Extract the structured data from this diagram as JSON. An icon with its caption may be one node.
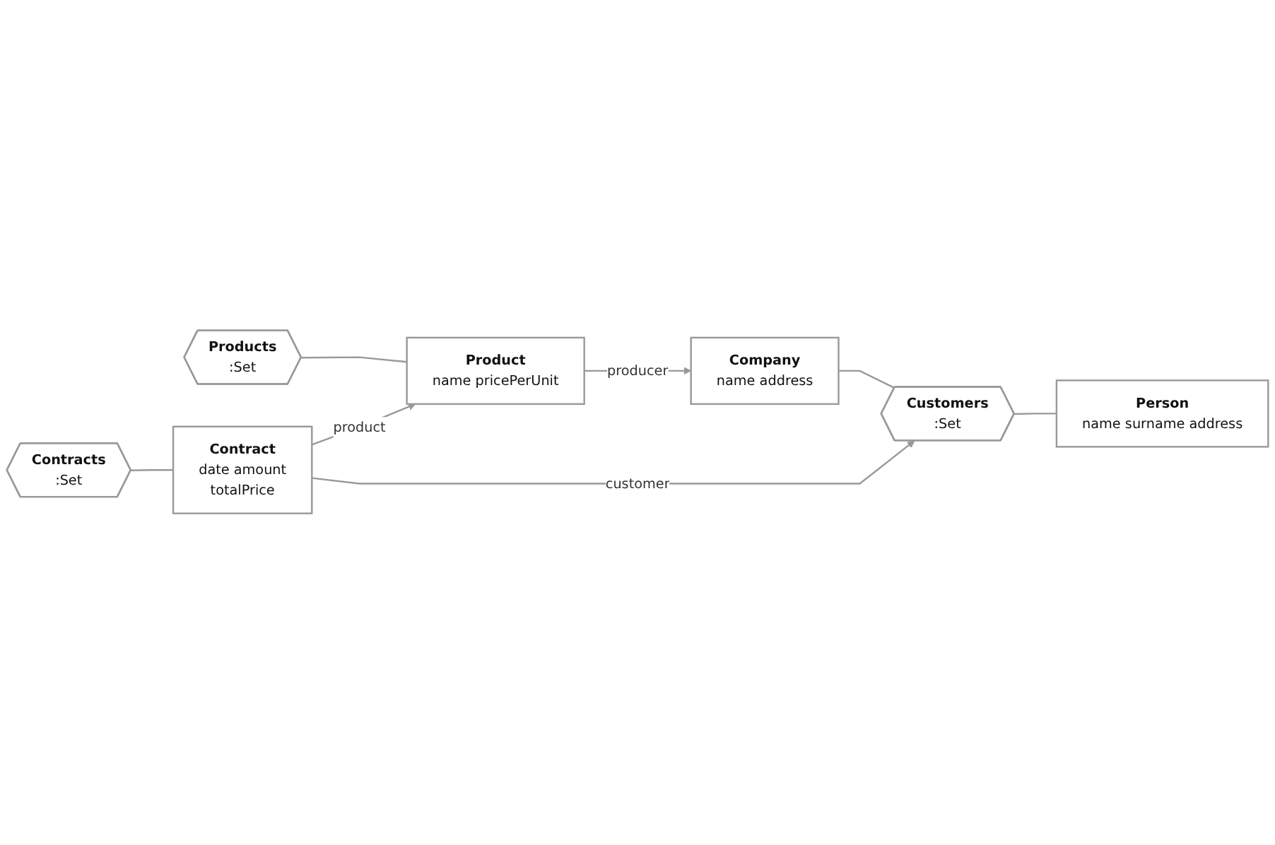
{
  "diagram": {
    "nodes": [
      {
        "text": [
          "Contracts",
          ":Set"
        ]
      },
      {
        "text": [
          "Products",
          ":Set"
        ]
      },
      {
        "text": [
          "Contract",
          "date amount",
          "totalPrice"
        ]
      },
      {
        "text": [
          "Product",
          "name pricePerUnit"
        ]
      },
      {
        "text": [
          "Company",
          "name address"
        ]
      },
      {
        "text": [
          "Customers",
          ":Set"
        ]
      },
      {
        "text": [
          "Person",
          "name surname address"
        ]
      }
    ],
    "edges": [
      {
        "from": 0,
        "to": 2,
        "arrow": "none"
      },
      {
        "from": 1,
        "to": 3,
        "arrow": "none"
      },
      {
        "from": 2,
        "to": 3,
        "arrow": "to",
        "label": "product"
      },
      {
        "from": 3,
        "to": 4,
        "arrow": "to",
        "label": "producer"
      },
      {
        "from": 2,
        "to": 5,
        "arrow": "to",
        "label": "customer"
      },
      {
        "from": 4,
        "to": 5,
        "arrow": "none"
      },
      {
        "from": 5,
        "to": 6,
        "arrow": "none"
      }
    ]
  }
}
